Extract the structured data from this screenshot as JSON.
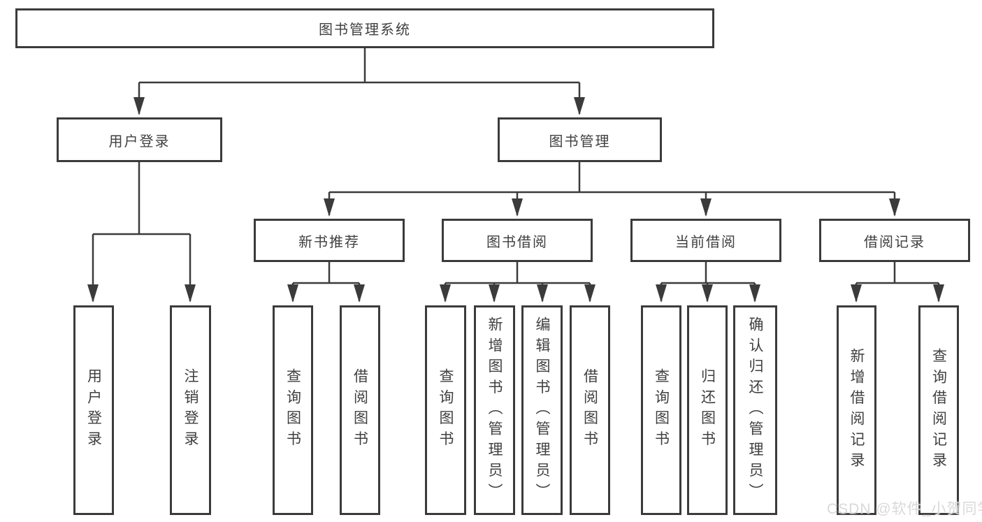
{
  "tree": {
    "root": {
      "label": "图书管理系统",
      "children": [
        {
          "label": "用户登录",
          "children": [
            {
              "label": "用户登录"
            },
            {
              "label": "注销登录"
            }
          ]
        },
        {
          "label": "图书管理",
          "children": [
            {
              "label": "新书推荐",
              "children": [
                {
                  "label": "查询图书"
                },
                {
                  "label": "借阅图书"
                }
              ]
            },
            {
              "label": "图书借阅",
              "children": [
                {
                  "label": "查询图书"
                },
                {
                  "label": "新增图书（管理员）"
                },
                {
                  "label": "编辑图书（管理员）"
                },
                {
                  "label": "借阅图书"
                }
              ]
            },
            {
              "label": "当前借阅",
              "children": [
                {
                  "label": "查询图书"
                },
                {
                  "label": "归还图书"
                },
                {
                  "label": "确认归还（管理员）"
                }
              ]
            },
            {
              "label": "借阅记录",
              "children": [
                {
                  "label": "新增借阅记录"
                },
                {
                  "label": "查询借阅记录"
                }
              ]
            }
          ]
        }
      ]
    }
  },
  "watermark": {
    "text": "CSDN @软件_小贺同学"
  },
  "colors": {
    "background": "#ffffff",
    "line": "#3b3b3b",
    "box_border": "#3b3b3b",
    "text": "#404040",
    "watermark": "#d9d9d9"
  }
}
